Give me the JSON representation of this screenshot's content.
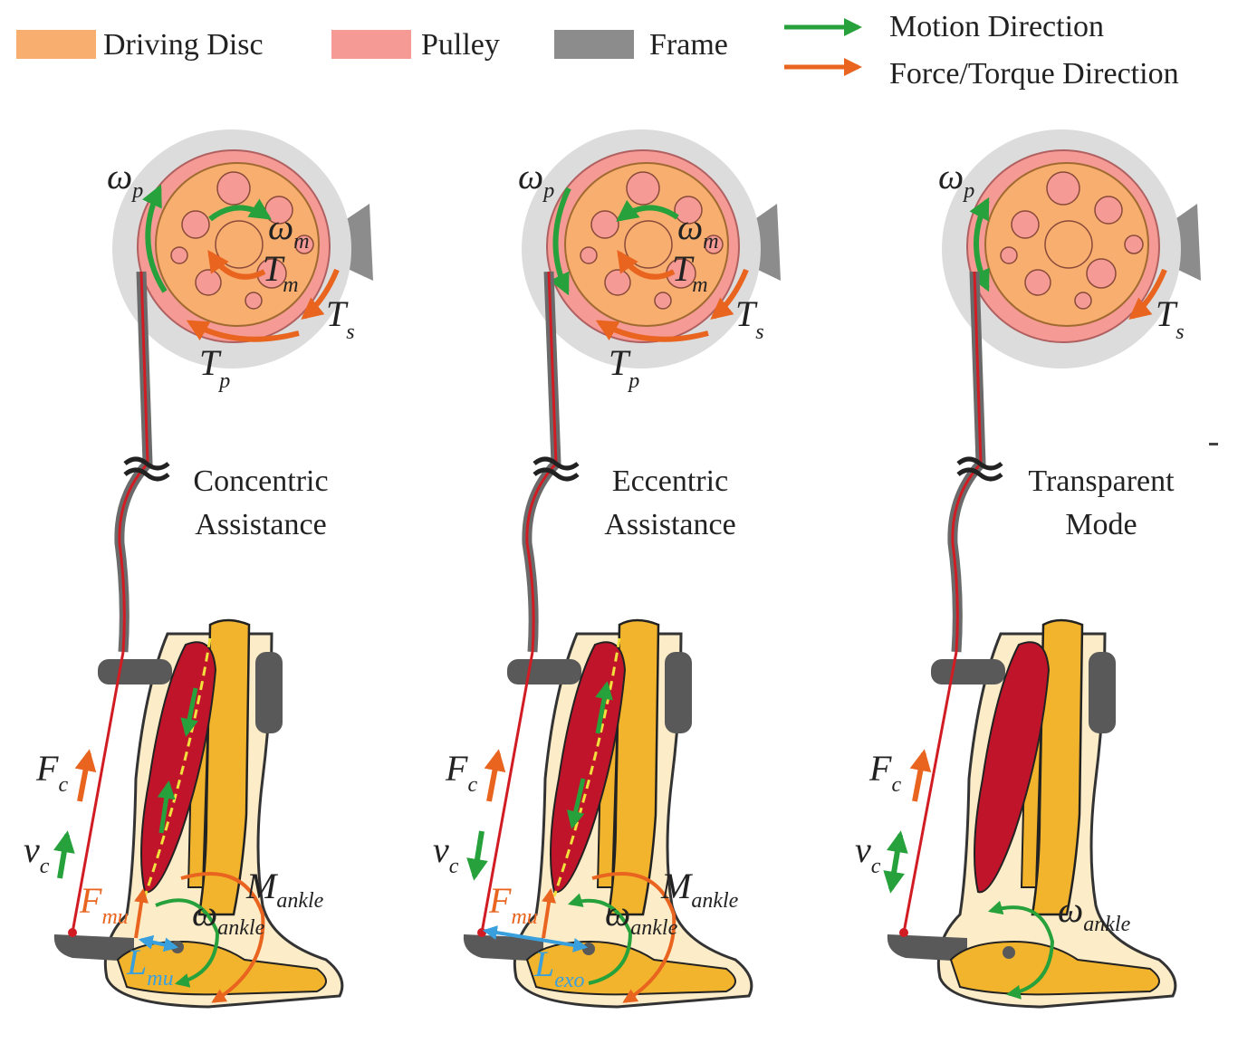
{
  "legend": {
    "items": [
      {
        "label": "Driving Disc",
        "color": "#f7ae6e"
      },
      {
        "label": "Pulley",
        "color": "#f59a94"
      },
      {
        "label": "Frame",
        "color": "#8c8c8c"
      }
    ],
    "arrows": [
      {
        "label": "Motion Direction",
        "color": "#27a13b"
      },
      {
        "label": "Force/Torque Direction",
        "color": "#e8641f"
      }
    ]
  },
  "colors": {
    "motion": "#27a13b",
    "force": "#e8641f",
    "length": "#39a0dd",
    "muscle": "#c0142a",
    "bone": "#f2b42c",
    "skin": "#fdecc8",
    "frame_light": "#dcdcdc",
    "frame_dark": "#595959",
    "cable": "#d11c24"
  },
  "panels": [
    {
      "id": "concentric",
      "title_line1": "Concentric",
      "title_line2": "Assistance",
      "labels": {
        "omega_p": "ω",
        "omega_p_sub": "p",
        "omega_m": "ω",
        "omega_m_sub": "m",
        "t_m": "T",
        "t_m_sub": "m",
        "t_s": "T",
        "t_s_sub": "s",
        "t_p": "T",
        "t_p_sub": "p",
        "f_c": "F",
        "f_c_sub": "c",
        "v_c": "v",
        "v_c_sub": "c",
        "f_mu": "F",
        "f_mu_sub": "mu",
        "m_ankle": "M",
        "m_ankle_sub": "ankle",
        "omega_ankle": "ω",
        "omega_ankle_sub": "ankle",
        "l": "L",
        "l_sub": "mu"
      }
    },
    {
      "id": "eccentric",
      "title_line1": "Eccentric",
      "title_line2": "Assistance",
      "labels": {
        "omega_p": "ω",
        "omega_p_sub": "p",
        "omega_m": "ω",
        "omega_m_sub": "m",
        "t_m": "T",
        "t_m_sub": "m",
        "t_s": "T",
        "t_s_sub": "s",
        "t_p": "T",
        "t_p_sub": "p",
        "f_c": "F",
        "f_c_sub": "c",
        "v_c": "v",
        "v_c_sub": "c",
        "f_mu": "F",
        "f_mu_sub": "mu",
        "m_ankle": "M",
        "m_ankle_sub": "ankle",
        "omega_ankle": "ω",
        "omega_ankle_sub": "ankle",
        "l": "L",
        "l_sub": "exo"
      }
    },
    {
      "id": "transparent",
      "title_line1": "Transparent",
      "title_line2": "Mode",
      "labels": {
        "omega_p": "ω",
        "omega_p_sub": "p",
        "t_s": "T",
        "t_s_sub": "s",
        "f_c": "F",
        "f_c_sub": "c",
        "v_c": "v",
        "v_c_sub": "c",
        "omega_ankle": "ω",
        "omega_ankle_sub": "ankle"
      }
    }
  ]
}
